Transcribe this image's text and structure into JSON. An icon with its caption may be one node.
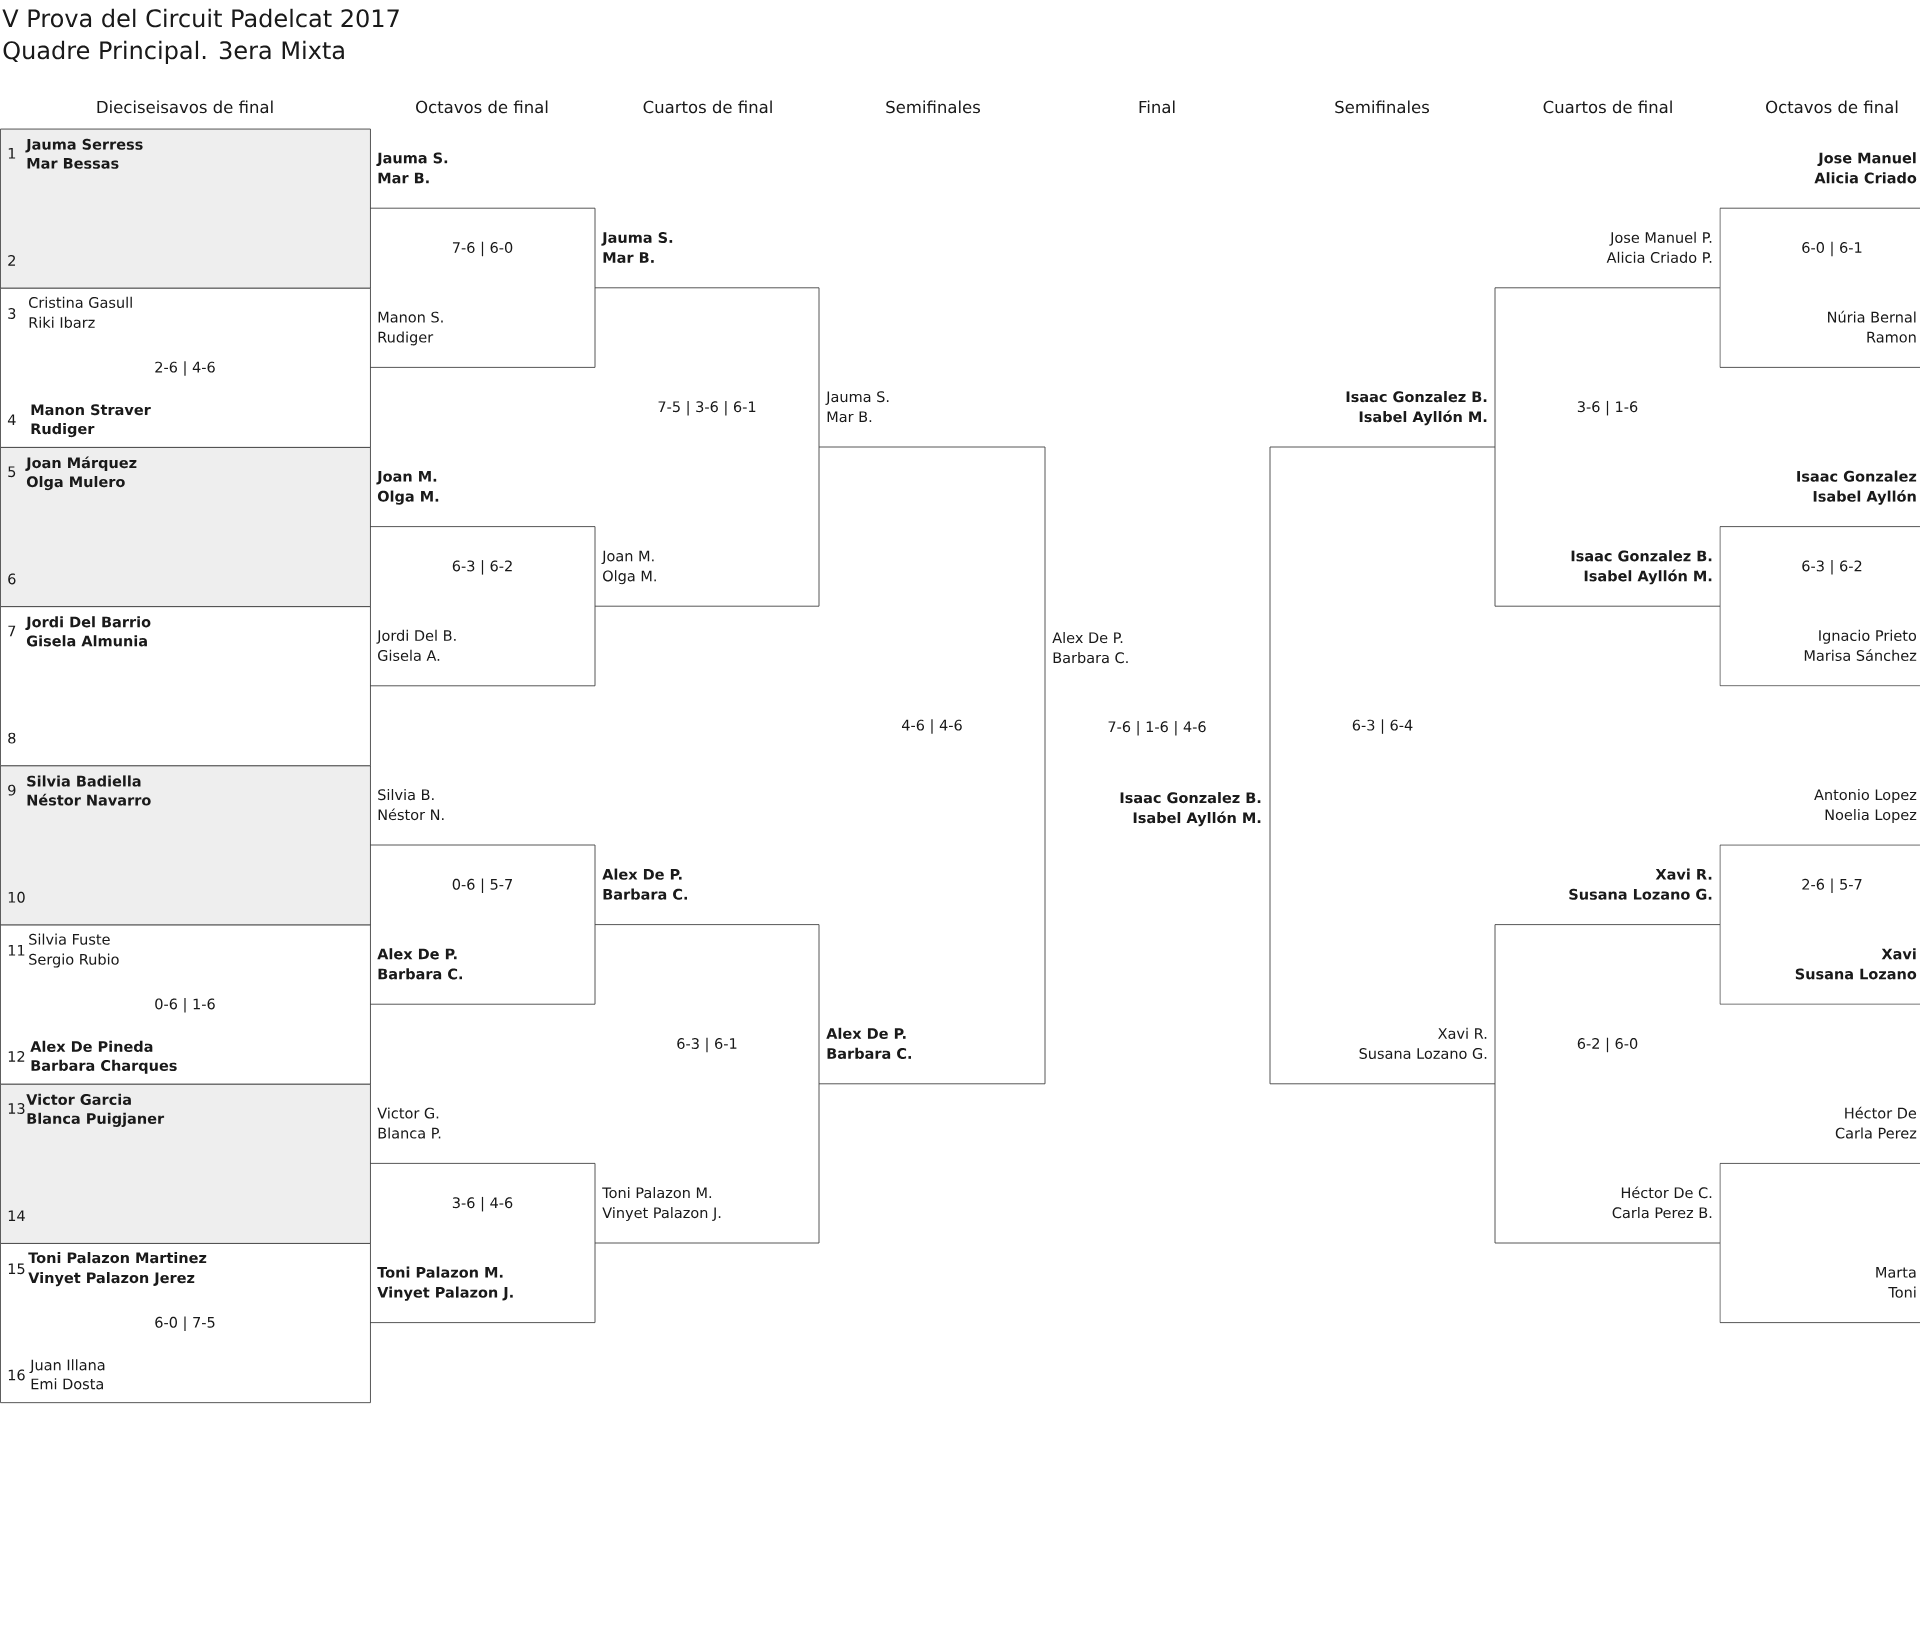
{
  "diagram": {
    "title": "V Prova del Circuit Padelcat 2017",
    "nodes": [
      {
        "text": [
          "1",
          "Jauma Serress",
          "Mar Bessas",
          "2"
        ]
      },
      {
        "text": [
          "3",
          "Cristina Gasull",
          "Riki Ibarz",
          "2-6 | 4-6",
          "4",
          "Manon Straver",
          "Rudiger"
        ]
      },
      {
        "text": [
          "5",
          "Joan Márquez",
          "Olga Mulero",
          "6"
        ]
      },
      {
        "text": [
          "7",
          "Jordi Del Barrio",
          "Gisela Almunia",
          "8"
        ]
      },
      {
        "text": [
          "9",
          "Silvia Badiella",
          "Néstor Navarro",
          "10"
        ]
      },
      {
        "text": [
          "11",
          "Silvia Fuste",
          "Sergio Rubio",
          "0-6 | 1-6",
          "12",
          "Alex De Pineda",
          "Barbara Charques"
        ]
      },
      {
        "text": [
          "13",
          "Victor Garcia",
          "Blanca Puigjaner",
          "14"
        ]
      },
      {
        "text": [
          "15",
          "Toni Palazon Martinez",
          "Vinyet Palazon Jerez",
          "6-0 | 7-5",
          "16",
          "Juan Illana",
          "Emi Dosta"
        ]
      },
      {
        "text": [
          "7-6 | 6-0",
          "Manon S.",
          "Rudiger"
        ],
        "beside": [
          "Jauma S.",
          "Mar B."
        ]
      },
      {
        "text": [
          "6-3 | 6-2",
          "Jordi Del B.",
          "Gisela A."
        ],
        "beside": [
          "Joan M.",
          "Olga M."
        ]
      },
      {
        "text": [
          "0-6 | 5-7",
          "Alex De P.",
          "Barbara C."
        ],
        "beside": [
          "Silvia B.",
          "Néstor N."
        ]
      },
      {
        "text": [
          "3-6 | 4-6",
          "Toni Palazon M.",
          "Vinyet Palazon J."
        ],
        "beside": [
          "Victor G.",
          "Blanca P."
        ]
      },
      {
        "text": [
          "7-5 | 3-6 | 6-1",
          "Joan M.",
          "Olga M."
        ],
        "beside": [
          "Jauma S.",
          "Mar B."
        ]
      },
      {
        "text": [
          "6-3 | 6-1",
          "Toni Palazon M.",
          "Vinyet Palazon J."
        ],
        "beside": [
          "Alex De P.",
          "Barbara C."
        ]
      },
      {
        "text": [
          "4-6 | 4-6",
          "Alex De P.",
          "Barbara C."
        ],
        "beside": [
          "Jauma S.",
          "Mar B.",
          "Alex De P.",
          "Barbara C."
        ]
      },
      {
        "text": [
          "6-3 | 6-4",
          "Xavi R.",
          "Susana Lozano G."
        ],
        "beside": [
          "Isaac Gonzalez B.",
          "Isabel Ayllón M.",
          "Isaac Gonzalez B.",
          "Isabel Ayllón M."
        ]
      },
      {
        "text": [
          "3-6 | 1-6",
          "Isaac Gonzalez B.",
          "Isabel Ayllón M."
        ],
        "beside": [
          "Jose Manuel P.",
          "Alicia Criado P."
        ]
      },
      {
        "text": [
          "6-2 | 6-0",
          "Héctor De C.",
          "Carla Perez B."
        ],
        "beside": [
          "Xavi R.",
          "Susana Lozano G."
        ]
      },
      {
        "text": [
          "6-0 | 6-1",
          "Núria Bernal",
          "Ramon"
        ],
        "beside": [
          "Jose Manuel",
          "Alicia Criado"
        ]
      },
      {
        "text": [
          "6-3 | 6-2",
          "Ignacio Prieto",
          "Marisa Sánchez"
        ],
        "beside": [
          "Isaac Gonzalez",
          "Isabel Ayllón"
        ]
      },
      {
        "text": [
          "2-6 | 5-7",
          "Xavi",
          "Susana Lozano"
        ],
        "beside": [
          "Antonio Lopez",
          "Noelia Lopez"
        ]
      },
      {
        "text": [
          "Marta",
          "Toni"
        ],
        "beside": [
          "Héctor De",
          "Carla Perez"
        ]
      }
    ],
    "labels": [
      "Quadre Principal. 3era Mixta",
      "Dieciseisavos de final",
      "Octavos de final",
      "Cuartos de final",
      "Semifinales",
      "Final",
      "Semifinales",
      "Cuartos de final",
      "Octavos de final",
      "7-6 | 1-6 | 4-6"
    ]
  }
}
